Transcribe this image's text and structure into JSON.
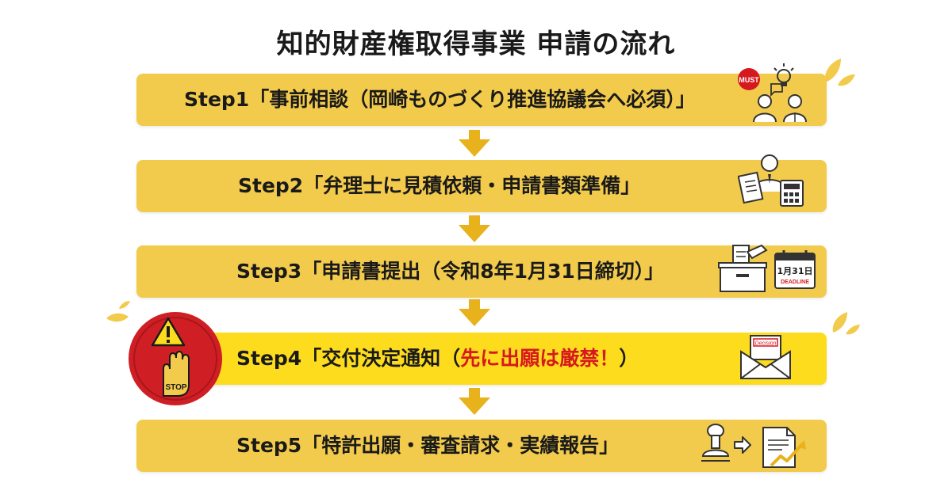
{
  "title": "知的財産権取得事業 申請の流れ",
  "steps": [
    {
      "label": "Step1「事前相談（岡崎ものづくり推進協議会へ必須）」"
    },
    {
      "label": "Step2「弁理士に見積依頼・申請書類準備」"
    },
    {
      "label": "Step3「申請書提出（令和8年1月31日締切）」"
    },
    {
      "label_pre": "Step4「交付決定通知（",
      "label_warn": "先に出願は厳禁！",
      "label_post": "）"
    },
    {
      "label": "Step5「特許出願・審査請求・実績報告」"
    }
  ],
  "badges": {
    "must": "MUST",
    "calendar": "1月31日",
    "deadline": "DEADLINE",
    "decision": "Decision",
    "stop": "STOP"
  },
  "colors": {
    "box": "#f2cb4c",
    "box_highlight": "#fddc1e",
    "arrow": "#e8b21c",
    "warning_text": "#d6191f",
    "stop_red": "#cf1f25"
  },
  "icons": [
    "consultation-icon",
    "lightbulb-icon",
    "attorney-calculator-icon",
    "submission-box-icon",
    "calendar-icon",
    "envelope-decision-icon",
    "stamp-icon",
    "report-chart-icon",
    "stop-hand-icon",
    "warning-triangle-icon",
    "leaf-icon"
  ]
}
